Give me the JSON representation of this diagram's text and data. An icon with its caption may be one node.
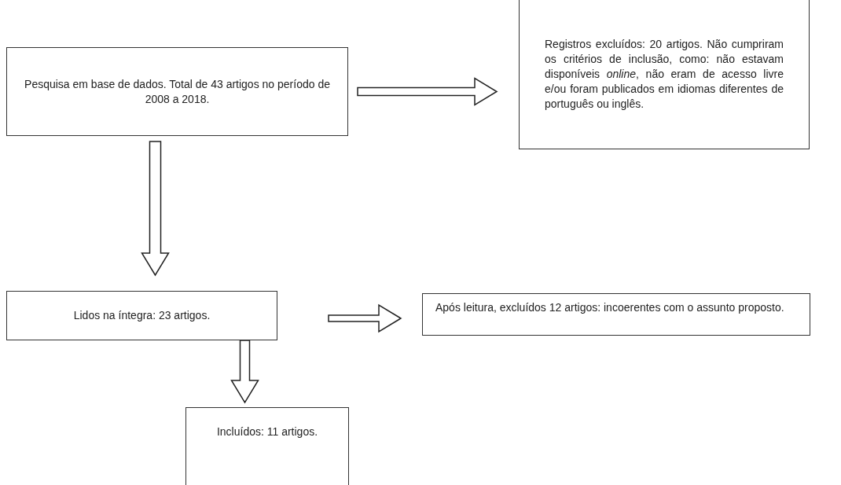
{
  "diagram": {
    "nodes": [
      {
        "text": [
          "Pesquisa em base de dados. Total de 43 artigos no período de 2008 a 2018."
        ]
      },
      {
        "text": [
          "Registros excluídos: 20 artigos. Não cumpriram os critérios de inclusão, como: não estavam disponíveis *online*, não eram de acesso livre e/ou foram publicados em idiomas diferentes de português ou inglês."
        ]
      },
      {
        "text": [
          "Lidos na íntegra: 23 artigos."
        ]
      },
      {
        "text": [
          "Após leitura, excluídos 12 artigos: incoerentes com o assunto proposto."
        ]
      },
      {
        "text": [
          "Incluídos: 11 artigos."
        ]
      }
    ],
    "edges": [
      {
        "from": 0,
        "to": 1,
        "arrow": "to"
      },
      {
        "from": 0,
        "to": 2,
        "arrow": "to"
      },
      {
        "from": 2,
        "to": 3,
        "arrow": "to"
      },
      {
        "from": 2,
        "to": 4,
        "arrow": "to"
      }
    ]
  }
}
